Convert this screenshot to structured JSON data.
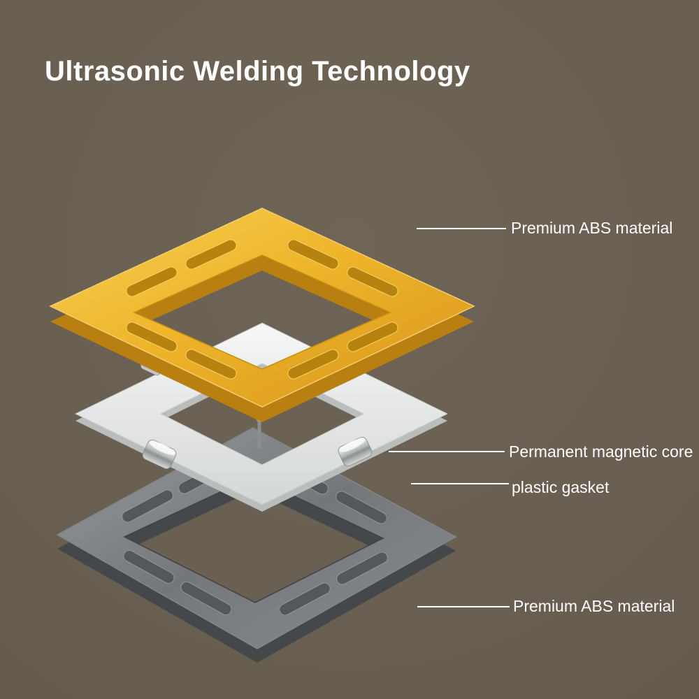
{
  "title": "Ultrasonic Welding Technology",
  "colors": {
    "background": "#6a6054",
    "top_frame_amber": "#eeb32a",
    "gasket_plate": "#e9ecea",
    "magnet_metal": "#c9cccc",
    "bottom_frame_gray": "#7b7e7f",
    "text": "#ffffff"
  },
  "callouts": [
    {
      "label": "Premium ABS material"
    },
    {
      "label": "Permanent magnetic core"
    },
    {
      "label": "plastic gasket"
    },
    {
      "label": "Premium ABS material"
    }
  ]
}
